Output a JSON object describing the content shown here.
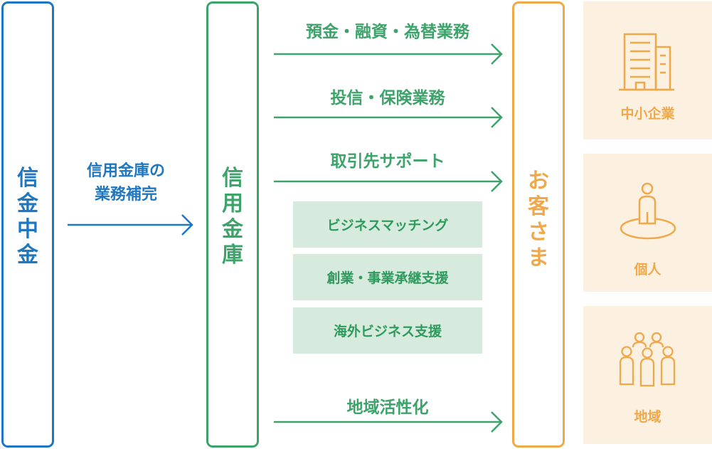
{
  "colors": {
    "blue": "#1e77c0",
    "green": "#3ea36b",
    "orange": "#f0a94a",
    "tag_bg": "#d6ebdd",
    "cust_bg": "#fcf0e0"
  },
  "shinkin_chukin": {
    "chars": [
      "信",
      "金",
      "中",
      "金"
    ]
  },
  "supplement": {
    "line1": "信用金庫の",
    "line2": "業務補完"
  },
  "shinkin_bank": {
    "chars": [
      "信",
      "用",
      "金",
      "庫"
    ]
  },
  "services": {
    "deposit": "預金・融資・為替業務",
    "investment": "投信・保険業務",
    "client_support": "取引先サポート",
    "community": "地域活性化"
  },
  "support_items": [
    "ビジネスマッチング",
    "創業・事業承継支援",
    "海外ビジネス支援"
  ],
  "customers": {
    "chars": [
      "お",
      "客",
      "さ",
      "ま"
    ]
  },
  "customer_types": [
    {
      "label": "中小企業",
      "icon": "building-icon"
    },
    {
      "label": "個人",
      "icon": "person-icon"
    },
    {
      "label": "地域",
      "icon": "community-icon"
    }
  ]
}
